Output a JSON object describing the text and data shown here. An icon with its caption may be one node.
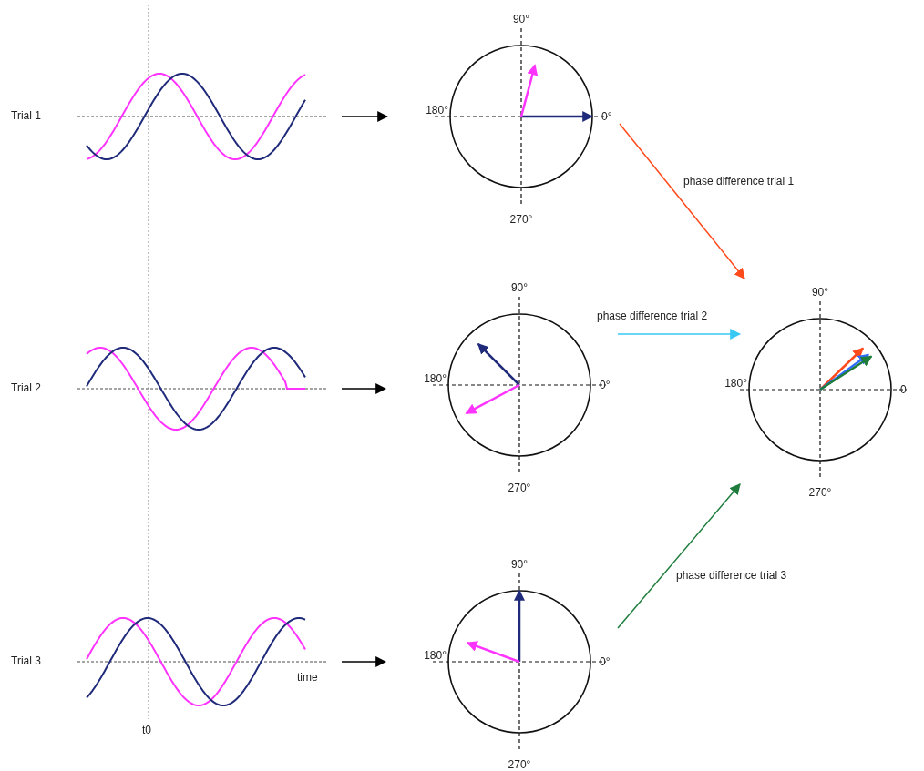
{
  "diagram": {
    "nodes": [
      {
        "text": [],
        "shape": "picture",
        "beside": [
          "Trial 1"
        ]
      },
      {
        "text": [
          "90°",
          "180°",
          "0°",
          "270°"
        ]
      },
      {
        "text": [],
        "shape": "picture",
        "beside": [
          "Trial 2"
        ]
      },
      {
        "text": [
          "90°",
          "180°",
          "0°",
          "270°"
        ]
      },
      {
        "text": [],
        "shape": "picture",
        "beside": [
          "Trial 3"
        ]
      },
      {
        "text": [
          "90°",
          "180°",
          "0°",
          "270°"
        ]
      },
      {
        "text": [
          "90°",
          "180°",
          "0",
          "270°"
        ]
      }
    ],
    "edges": [
      {
        "from": 0,
        "to": 1,
        "arrow": "to"
      },
      {
        "from": 1,
        "to": 6,
        "arrow": "to",
        "label": "phase difference trial 1",
        "color": "#ff4a1c"
      },
      {
        "from": 2,
        "to": 3,
        "arrow": "to"
      },
      {
        "from": 3,
        "to": 6,
        "arrow": "to",
        "label": "phase difference trial 2",
        "color": "#38c8f4"
      },
      {
        "from": 4,
        "to": 5,
        "arrow": "to"
      },
      {
        "from": 5,
        "to": 6,
        "arrow": "to",
        "label": "phase difference trial 3",
        "color": "#1e7d3c"
      }
    ],
    "labels": [
      "time",
      "t0"
    ]
  }
}
